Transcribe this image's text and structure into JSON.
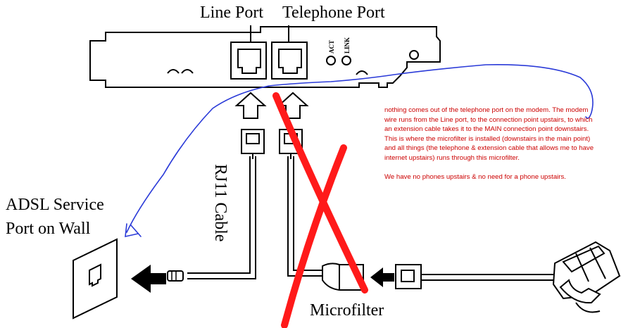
{
  "labels": {
    "line_port": "Line Port",
    "telephone_port": "Telephone Port",
    "act": "ACT",
    "link": "LINK",
    "rj11_cable": "RJ11 Cable",
    "adsl_line1": "ADSL Service",
    "adsl_line2": "Port on Wall",
    "microfilter": "Microfilter"
  },
  "annotation": {
    "paragraph1": "nothing comes out of the telephone port on the modem. The modem wire runs from the Line port, to the connection point upstairs, to which an extension cable takes it to the MAIN connection point downstairs. This is where the microfilter is installed (downstairs in the main point) and all things (the telephone & extension cable that allows me to have internet upstairs) runs through this microfilter.",
    "paragraph2": "We have no phones upstairs & no need for a phone upstairs."
  },
  "colors": {
    "ink": "#000000",
    "cross_out": "#ff1a1a",
    "pen_line": "#2a3ad8",
    "note_text": "#cc0000"
  }
}
